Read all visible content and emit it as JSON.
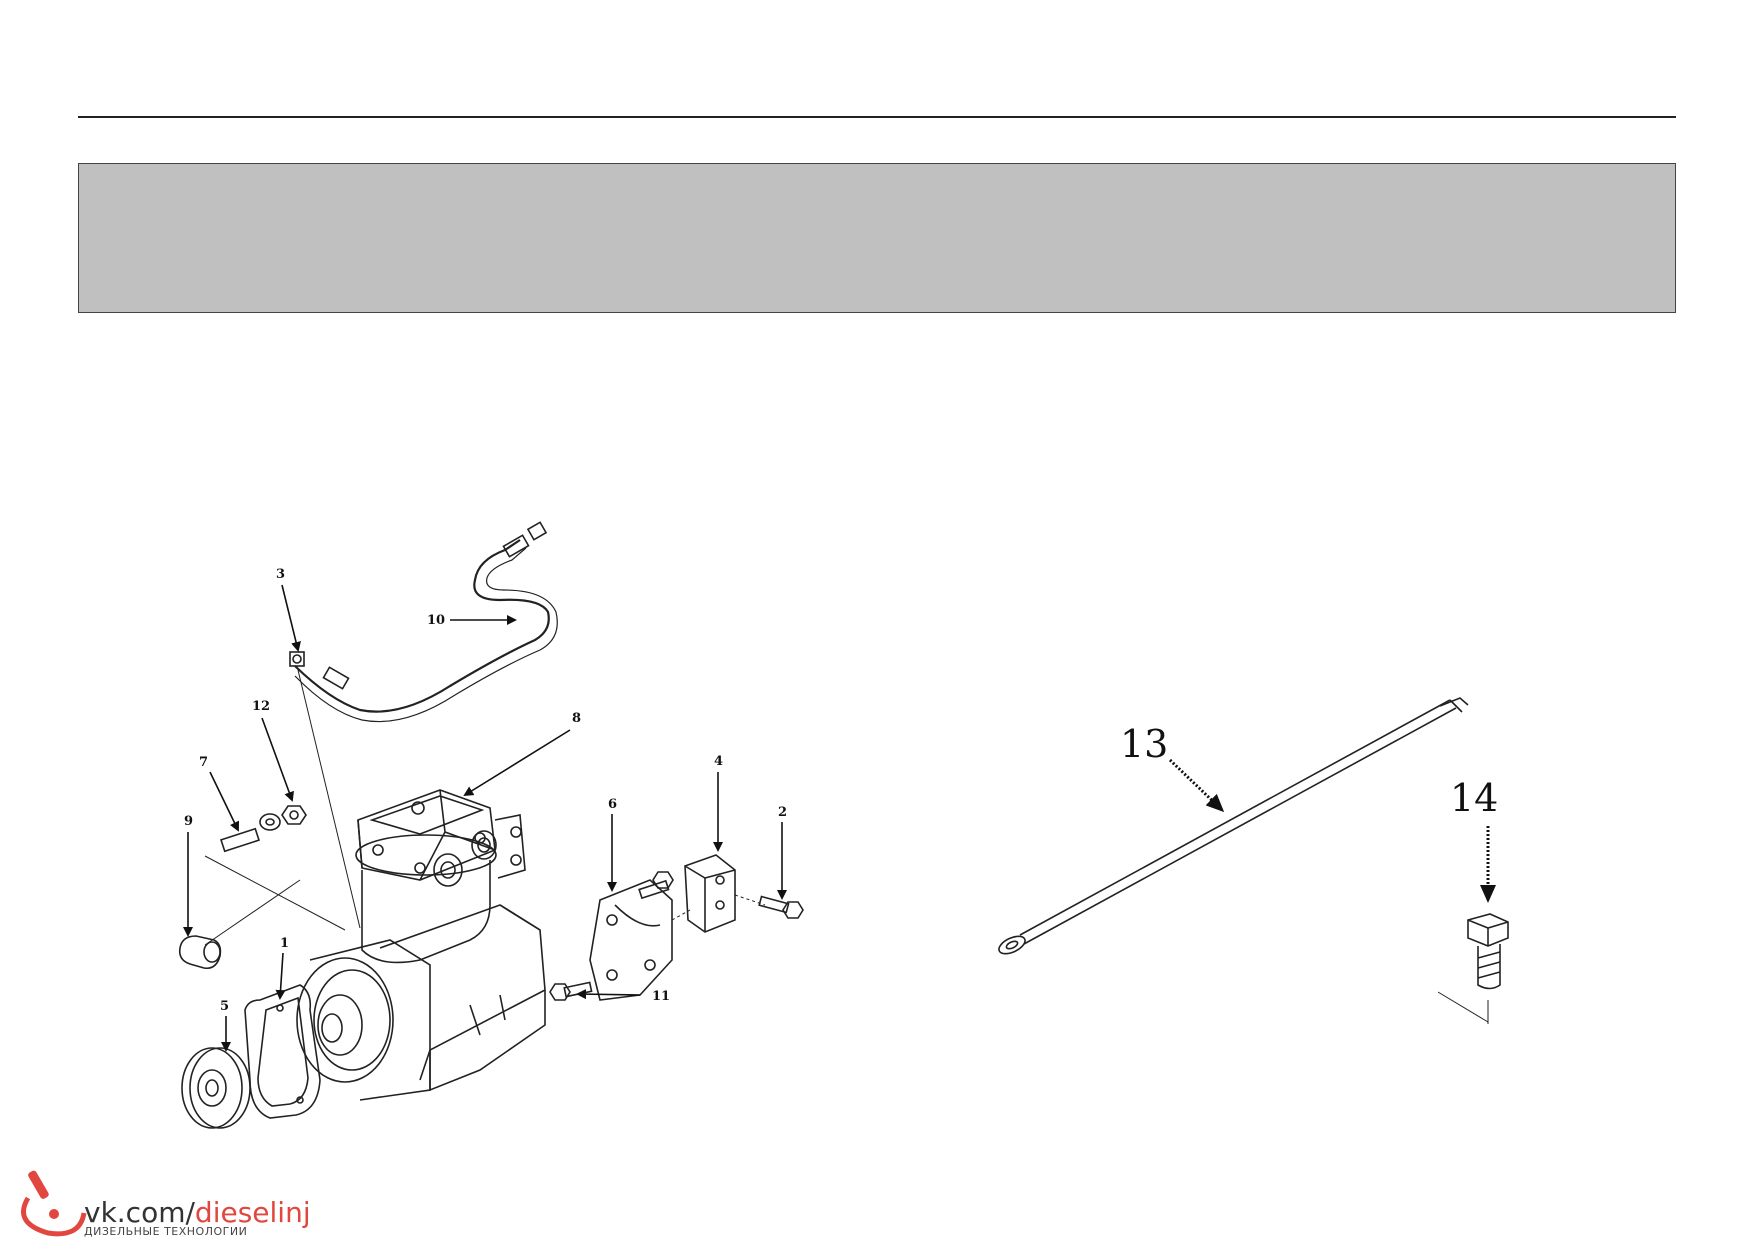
{
  "callouts": {
    "c1": "1",
    "c2": "2",
    "c3": "3",
    "c4": "4",
    "c5": "5",
    "c6": "6",
    "c7": "7",
    "c8": "8",
    "c9": "9",
    "c10": "10",
    "c11": "11",
    "c12": "12",
    "c13": "13",
    "c14": "14"
  },
  "watermark": {
    "prefix": "vk.com/",
    "accent": "dieselinj",
    "sub": "ДИЗЕЛЬНЫЕ ТЕХНОЛОГИИ",
    "icon": "injector-logo-icon",
    "accent_color": "#e2473f"
  }
}
